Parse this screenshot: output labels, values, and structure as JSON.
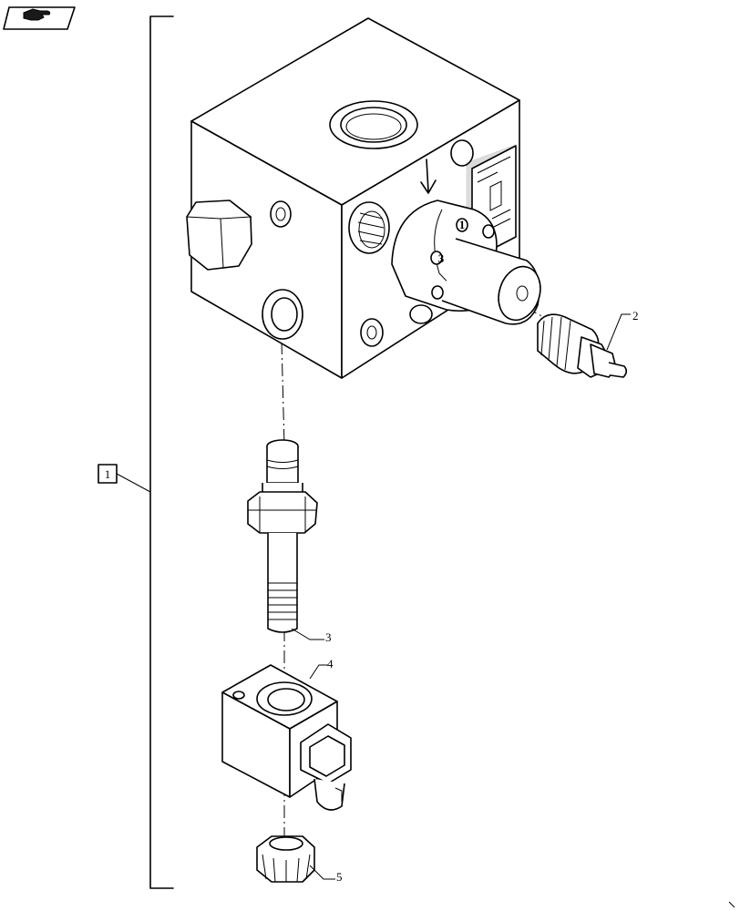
{
  "diagram": {
    "nav_icon": "hand-pointer-icon",
    "bracket_label": "1",
    "callouts": {
      "part_2": "2",
      "part_3": "3",
      "part_4": "4",
      "part_5": "5"
    },
    "valve_markings": {
      "port_1": "1",
      "port_3": "3"
    }
  }
}
